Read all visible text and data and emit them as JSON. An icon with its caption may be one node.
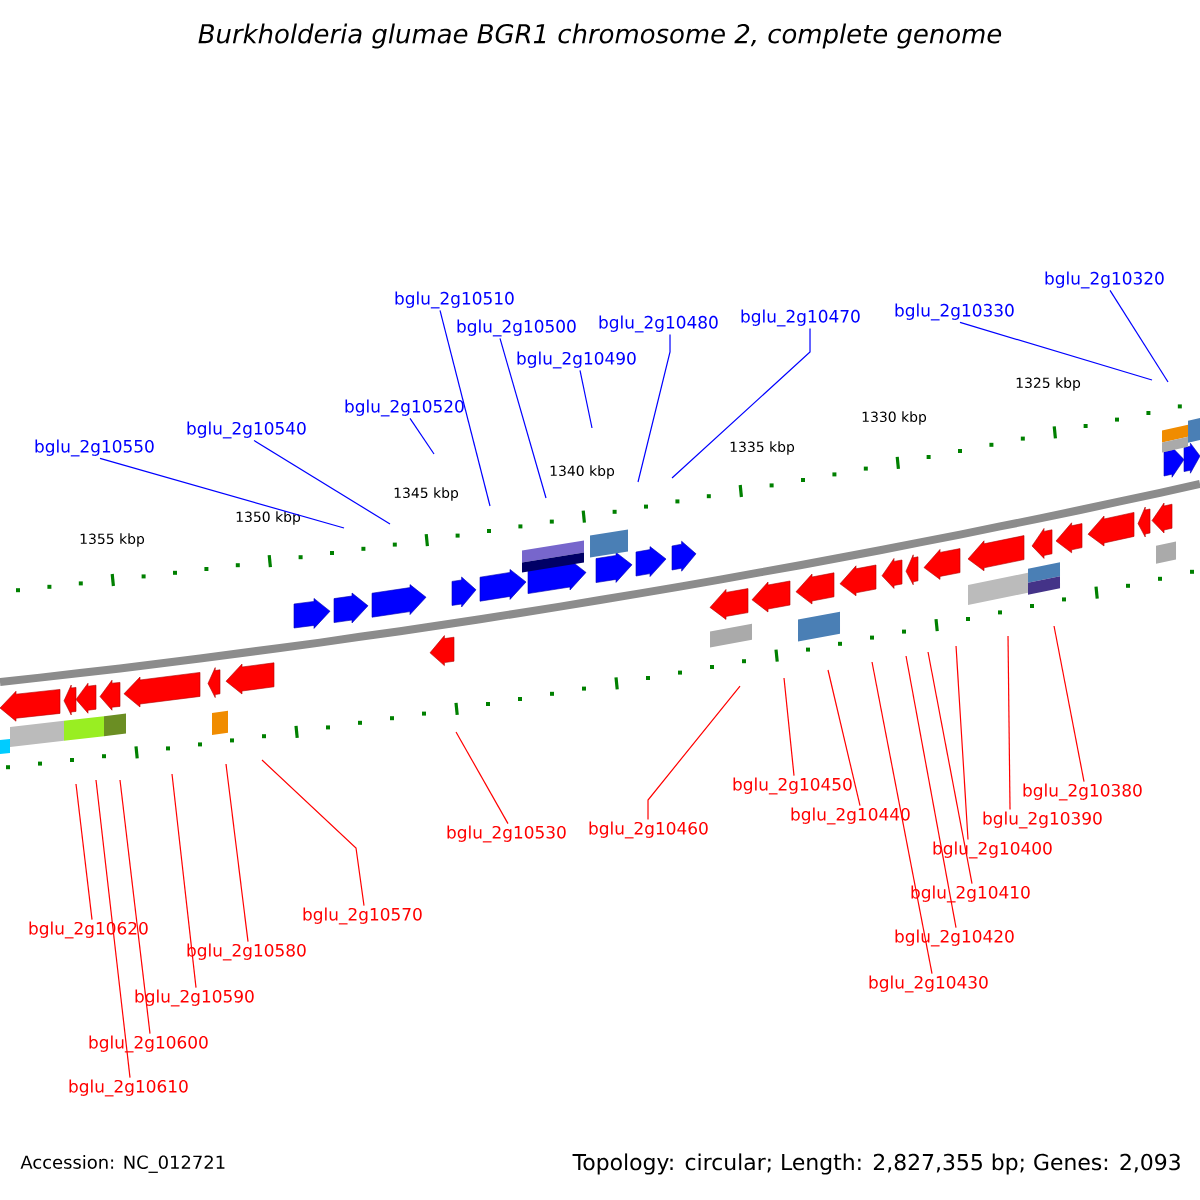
{
  "diagram": {
    "title": "Burkholderia glumae BGR1 chromosome 2, complete genome",
    "nodes": [
      {
        "text": [
          "bglu_2g10320"
        ]
      },
      {
        "text": [
          "bglu_2g10510"
        ]
      },
      {
        "text": [
          "bglu_2g10500"
        ]
      },
      {
        "text": [
          "bglu_2g10480"
        ]
      },
      {
        "text": [
          "bglu_2g10470"
        ]
      },
      {
        "text": [
          "bglu_2g10330"
        ]
      },
      {
        "text": [
          "bglu_2g10490"
        ]
      },
      {
        "text": [
          "bglu_2g10520"
        ]
      },
      {
        "text": [
          "bglu_2g10540"
        ]
      },
      {
        "text": [
          "bglu_2g10550"
        ]
      },
      {
        "text": [
          "bglu_2g10380"
        ]
      },
      {
        "text": [
          "bglu_2g10450"
        ]
      },
      {
        "text": [
          "bglu_2g10440"
        ]
      },
      {
        "text": [
          "bglu_2g10390"
        ]
      },
      {
        "text": [
          "bglu_2g10530"
        ]
      },
      {
        "text": [
          "bglu_2g10460"
        ]
      },
      {
        "text": [
          "bglu_2g10400"
        ]
      },
      {
        "text": [
          "bglu_2g10410"
        ]
      },
      {
        "text": [
          "bglu_2g10570"
        ]
      },
      {
        "text": [
          "bglu_2g10620"
        ]
      },
      {
        "text": [
          "bglu_2g10420"
        ]
      },
      {
        "text": [
          "bglu_2g10580"
        ]
      },
      {
        "text": [
          "bglu_2g10430"
        ]
      },
      {
        "text": [
          "bglu_2g10590"
        ]
      },
      {
        "text": [
          "bglu_2g10600"
        ]
      },
      {
        "text": [
          "bglu_2g10610"
        ]
      }
    ],
    "edges": [
      {
        "from": 0,
        "to": null,
        "arrow": "none",
        "color": "#0000ff"
      },
      {
        "from": 1,
        "to": null,
        "arrow": "none",
        "color": "#0000ff"
      },
      {
        "from": 2,
        "to": null,
        "arrow": "none",
        "color": "#0000ff"
      },
      {
        "from": 3,
        "to": null,
        "arrow": "none",
        "color": "#0000ff"
      },
      {
        "from": 4,
        "to": null,
        "arrow": "none",
        "color": "#0000ff"
      },
      {
        "from": 5,
        "to": null,
        "arrow": "none",
        "color": "#0000ff"
      },
      {
        "from": 6,
        "to": null,
        "arrow": "none",
        "color": "#0000ff"
      },
      {
        "from": 7,
        "to": null,
        "arrow": "none",
        "color": "#0000ff"
      },
      {
        "from": 8,
        "to": null,
        "arrow": "none",
        "color": "#0000ff"
      },
      {
        "from": 9,
        "to": null,
        "arrow": "none",
        "color": "#0000ff"
      },
      {
        "from": 10,
        "to": null,
        "arrow": "none"
      },
      {
        "from": 11,
        "to": null,
        "arrow": "none"
      },
      {
        "from": 12,
        "to": null,
        "arrow": "none"
      },
      {
        "from": 13,
        "to": null,
        "arrow": "none"
      },
      {
        "from": 14,
        "to": null,
        "arrow": "none"
      },
      {
        "from": 15,
        "to": null,
        "arrow": "none"
      },
      {
        "from": 16,
        "to": null,
        "arrow": "none"
      },
      {
        "from": 17,
        "to": null,
        "arrow": "none"
      },
      {
        "from": 18,
        "to": null,
        "arrow": "none"
      },
      {
        "from": 19,
        "to": null,
        "arrow": "none"
      },
      {
        "from": 20,
        "to": null,
        "arrow": "none"
      },
      {
        "from": 21,
        "to": null,
        "arrow": "none"
      },
      {
        "from": 22,
        "to": null,
        "arrow": "none"
      },
      {
        "from": 23,
        "to": null,
        "arrow": "none"
      },
      {
        "from": 24,
        "to": null,
        "arrow": "none"
      },
      {
        "from": 25,
        "to": null,
        "arrow": "none"
      }
    ],
    "labels": [
      "1355 kbp",
      "1350 kbp",
      "1345 kbp",
      "1340 kbp",
      "1335 kbp",
      "1330 kbp",
      "1325 kbp",
      "Accession: NC_012721",
      "Topology: circular; Length: 2,827,355 bp; Genes: 2,093"
    ]
  }
}
